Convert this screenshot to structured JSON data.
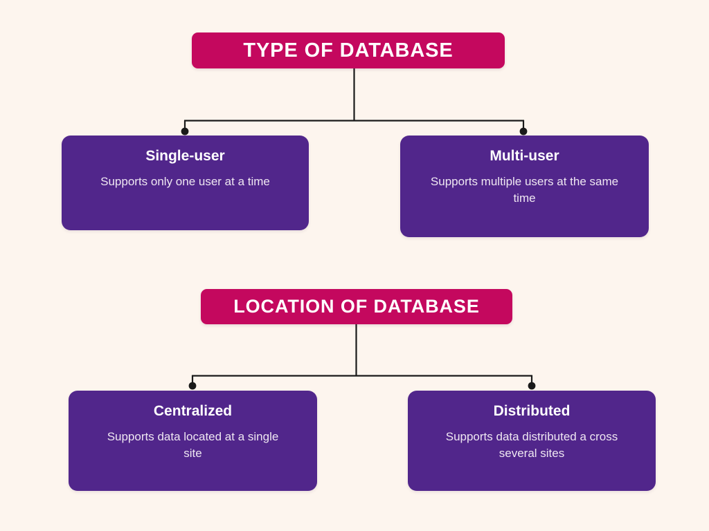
{
  "palette": {
    "background": "#FDF5EE",
    "banner": "#C4085E",
    "node": "#51268B",
    "connector": "#1A1A1A",
    "title_text": "#FFFFFF",
    "desc_text": "#EFE7F2"
  },
  "sections": [
    {
      "banner": "TYPE OF DATABASE",
      "children": [
        {
          "title": "Single-user",
          "desc": "Supports only one user at a time"
        },
        {
          "title": "Multi-user",
          "desc": "Supports multiple users at the same time"
        }
      ]
    },
    {
      "banner": "LOCATION OF DATABASE",
      "children": [
        {
          "title": "Centralized",
          "desc": "Supports data located at a single site"
        },
        {
          "title": "Distributed",
          "desc": "Supports data distributed a cross several sites"
        }
      ]
    }
  ]
}
